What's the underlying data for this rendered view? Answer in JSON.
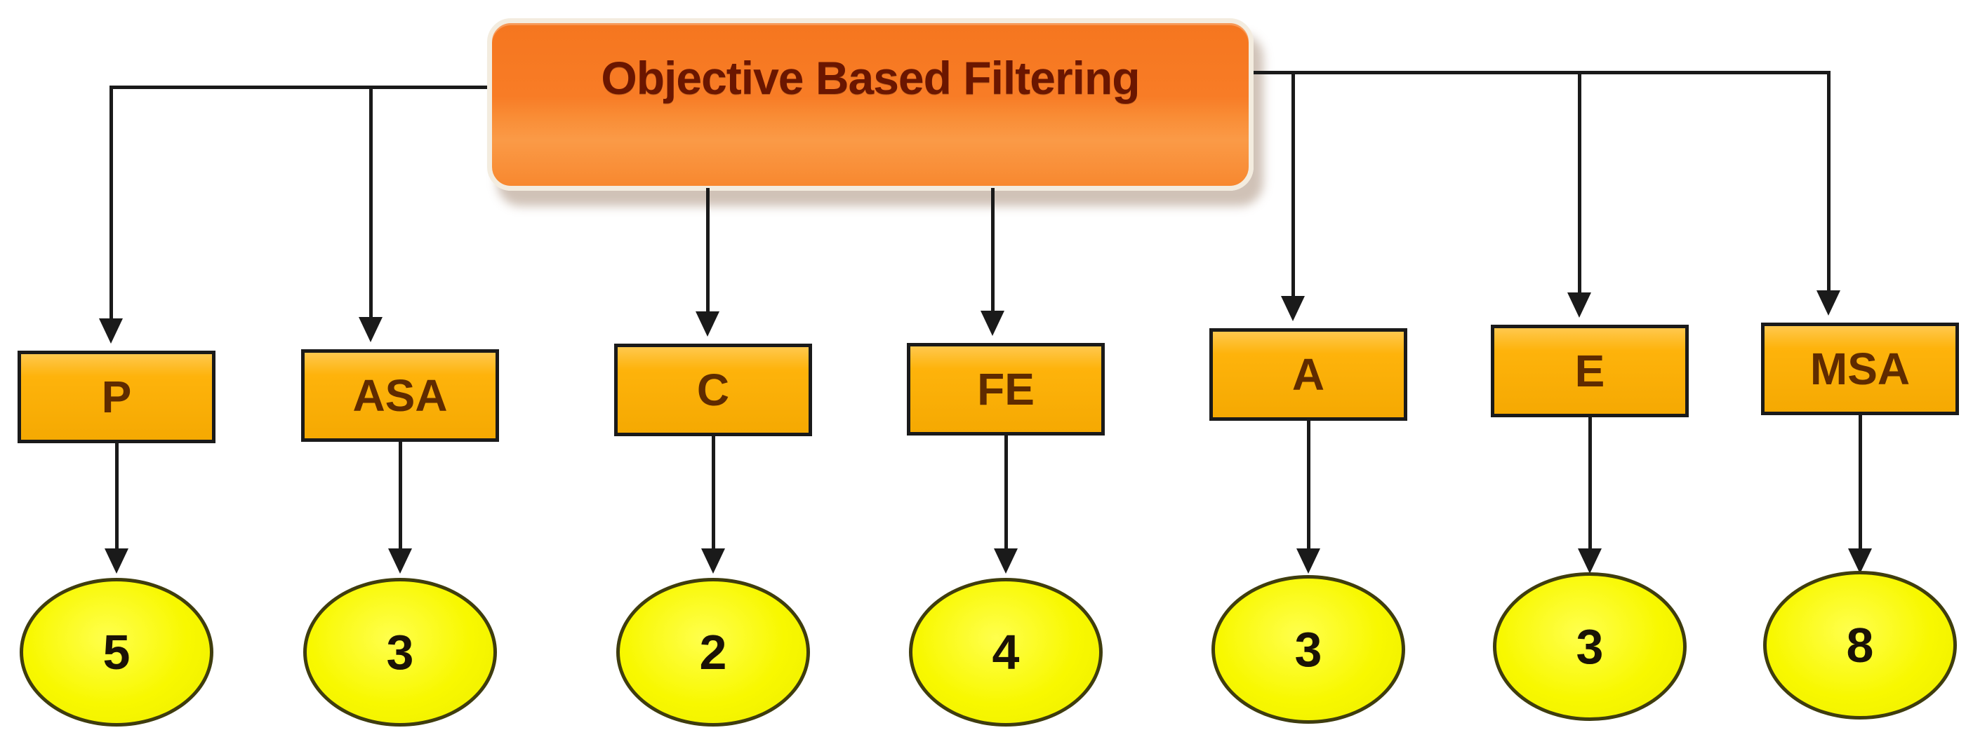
{
  "diagram": {
    "title": "Objective Based Filtering",
    "nodes": [
      {
        "label": "P",
        "count": "5"
      },
      {
        "label": "ASA",
        "count": "3"
      },
      {
        "label": "C",
        "count": "2"
      },
      {
        "label": "FE",
        "count": "4"
      },
      {
        "label": "A",
        "count": "3"
      },
      {
        "label": "E",
        "count": "3"
      },
      {
        "label": "MSA",
        "count": "8"
      }
    ]
  },
  "theme": {
    "background": "#ffffff",
    "line": "#1a1a1a",
    "title_box_fill_top": "#f5761f",
    "title_box_fill_bottom": "#fa9a47",
    "title_box_edge": "#f3ecdf",
    "title_text": "#6b1600",
    "node_fill": "#feb30b",
    "node_fill_light": "#ffc84d",
    "node_fill_dark": "#f5a902",
    "node_border": "#1a1a1a",
    "node_text": "#5f2b00",
    "ellipse_fill": "#f8f800",
    "ellipse_fill_light": "#ffff4d",
    "ellipse_border": "#3f3d0e",
    "ellipse_text": "#1a1206"
  }
}
